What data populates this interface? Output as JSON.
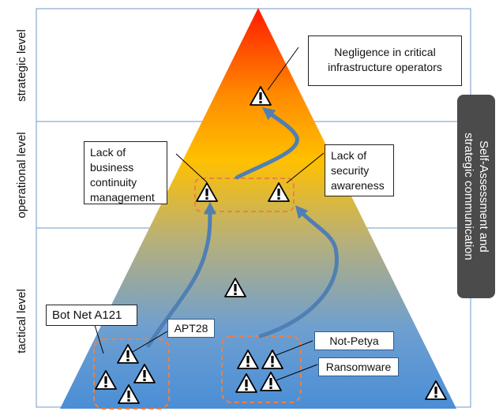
{
  "levels": {
    "strategic": "strategic level",
    "operational": "operational level",
    "tactical": "tactical level"
  },
  "side_panel": {
    "line1": "Self-Assessment and",
    "line2": "strategic communication"
  },
  "callouts": {
    "negligence": "Negligence in critical infrastructure operators",
    "bcm": "Lack of business continuity management",
    "security": "Lack of security awareness",
    "botnet": "Bot Net A121",
    "apt28": "APT28",
    "notpetya": "Not-Petya",
    "ransomware": "Ransomware"
  },
  "icons": {
    "warning": "warning-triangle-icon",
    "glyph": "!"
  },
  "colors": {
    "pyramid_top": "#ff1a00",
    "pyramid_upper": "#ff8c00",
    "pyramid_middle": "#ffc000",
    "pyramid_bottom": "#4a90d0",
    "arrow": "#4f7fb4",
    "dashed_box": "#f08040",
    "grid_line": "#6f9ac8",
    "side_panel": "#4b4b4b"
  }
}
